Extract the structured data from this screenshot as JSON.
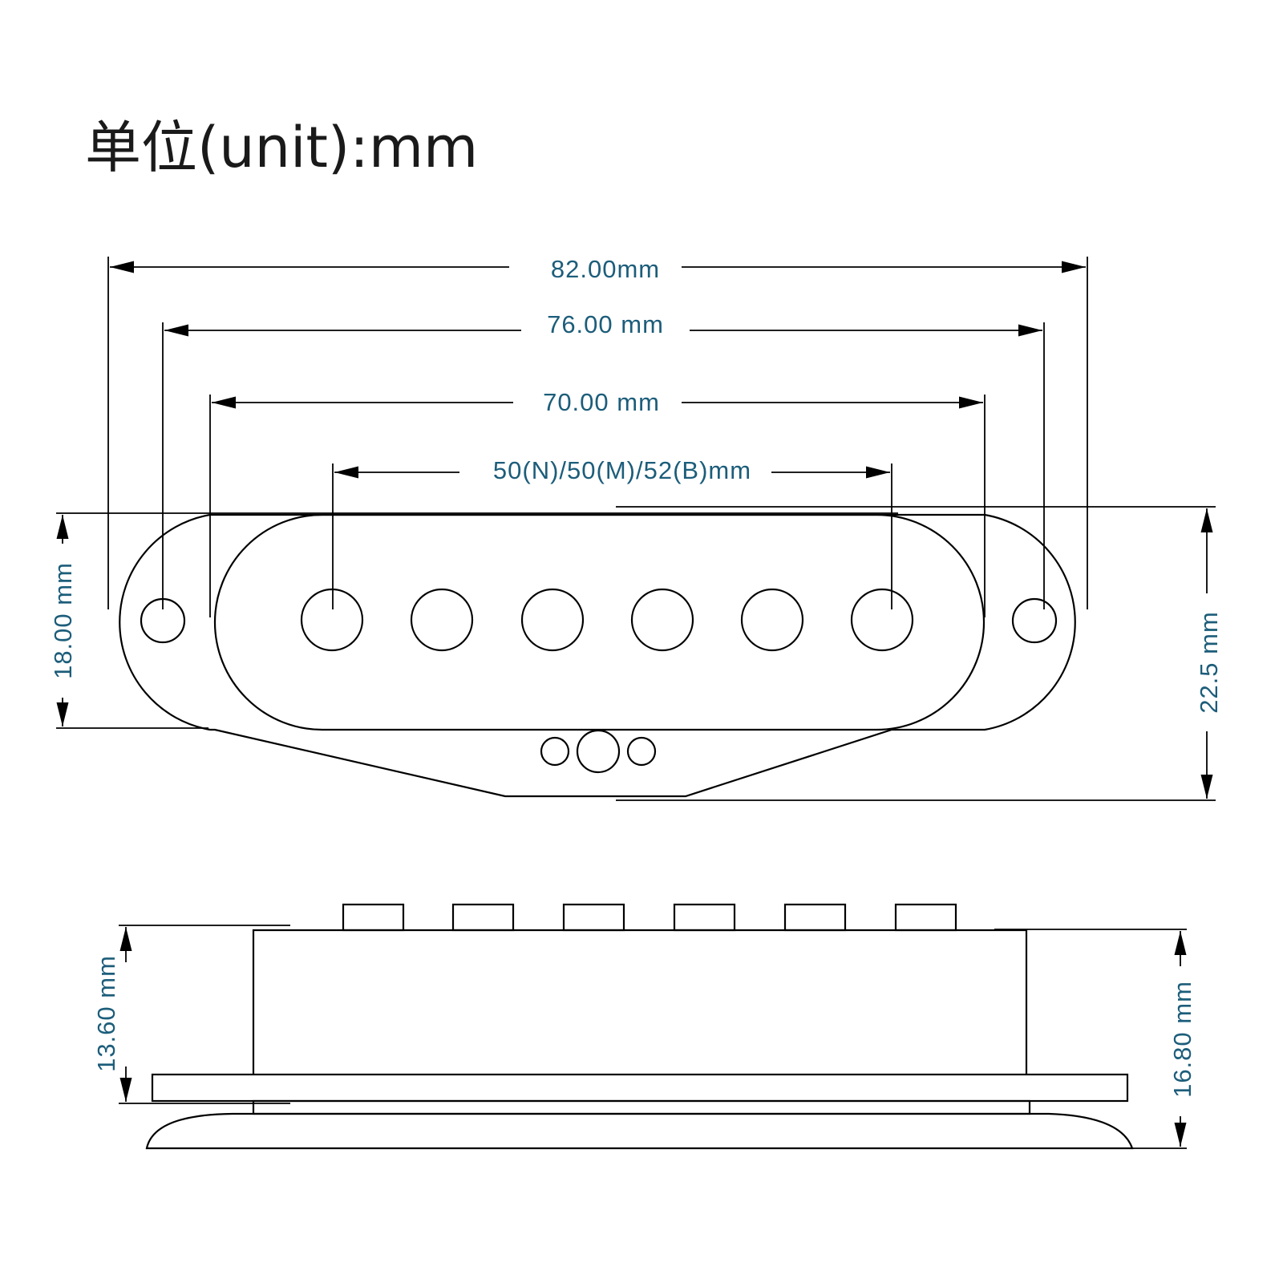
{
  "title": "单位(unit):mm",
  "top_view": {
    "dimensions": {
      "overall_length": "82.00mm",
      "mount_hole_spacing": "76.00 mm",
      "cover_length": "70.00 mm",
      "pole_spacing": "50(N)/50(M)/52(B)mm",
      "cover_width": "18.00 mm",
      "total_width": "22.5 mm"
    },
    "pole_piece_count": 6,
    "mounting_hole_count": 2,
    "lead_hole_count": 3
  },
  "side_view": {
    "dimensions": {
      "cover_height": "13.60 mm",
      "total_height": "16.80 mm"
    },
    "pole_piece_count": 6
  },
  "colors": {
    "line": "#000000",
    "dimension_text": "#1c5d7a"
  }
}
